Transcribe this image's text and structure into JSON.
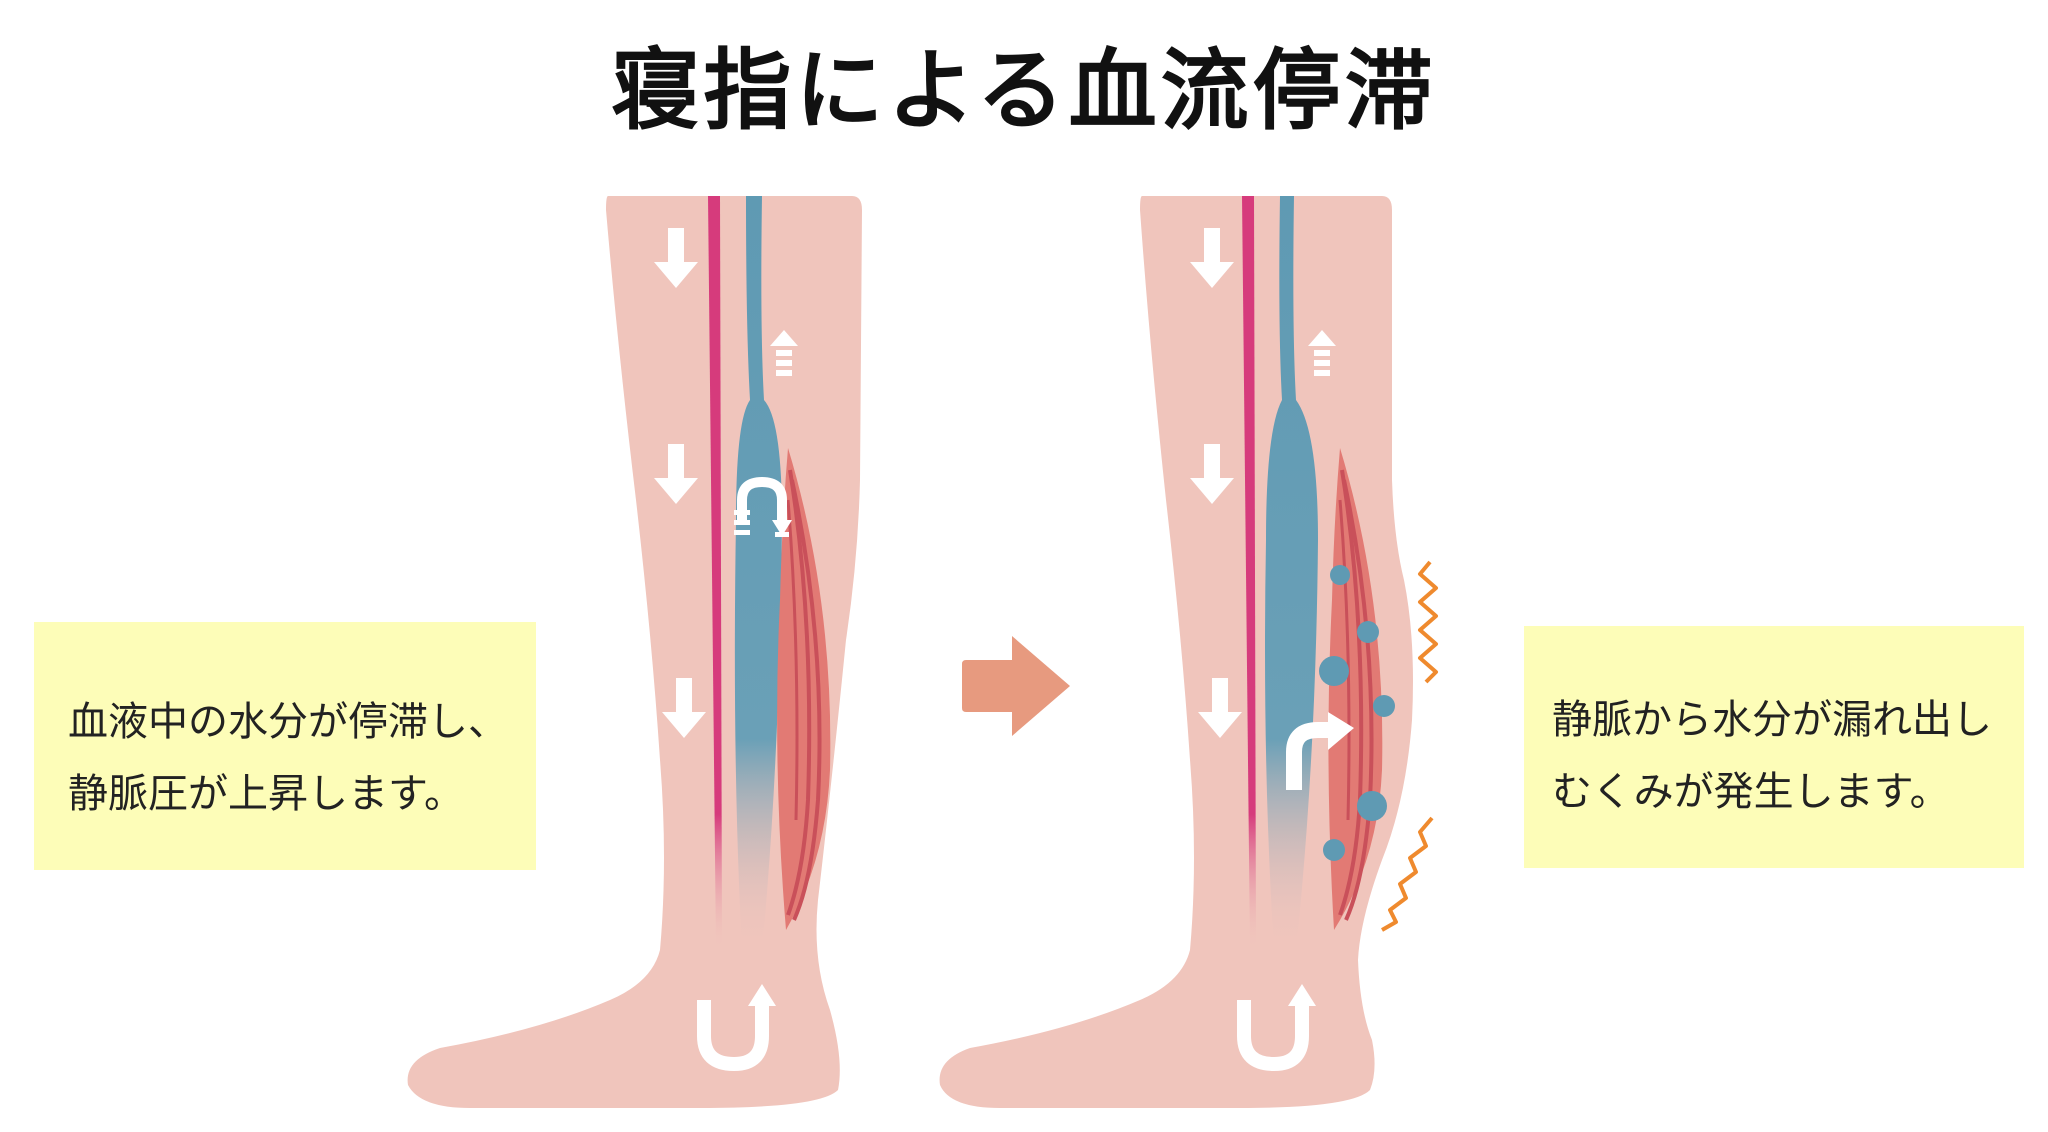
{
  "title": "寝指による血流停滞",
  "left_note": {
    "line1": "血液中の水分が停滞し、",
    "line2": "静脈圧が上昇します。"
  },
  "right_note": {
    "line1": "静脈から水分が漏れ出し",
    "line2": "むくみが発生します。"
  },
  "colors": {
    "skin": "#f0c5bc",
    "artery": "#d63b7c",
    "vein": "#5f9ab3",
    "muscle": "#e27a74",
    "muscle_line": "#c9505a",
    "transition_arrow": "#e79a7f",
    "swelling_wave": "#ef8a2e",
    "note_bg": "#fdfdb8"
  }
}
